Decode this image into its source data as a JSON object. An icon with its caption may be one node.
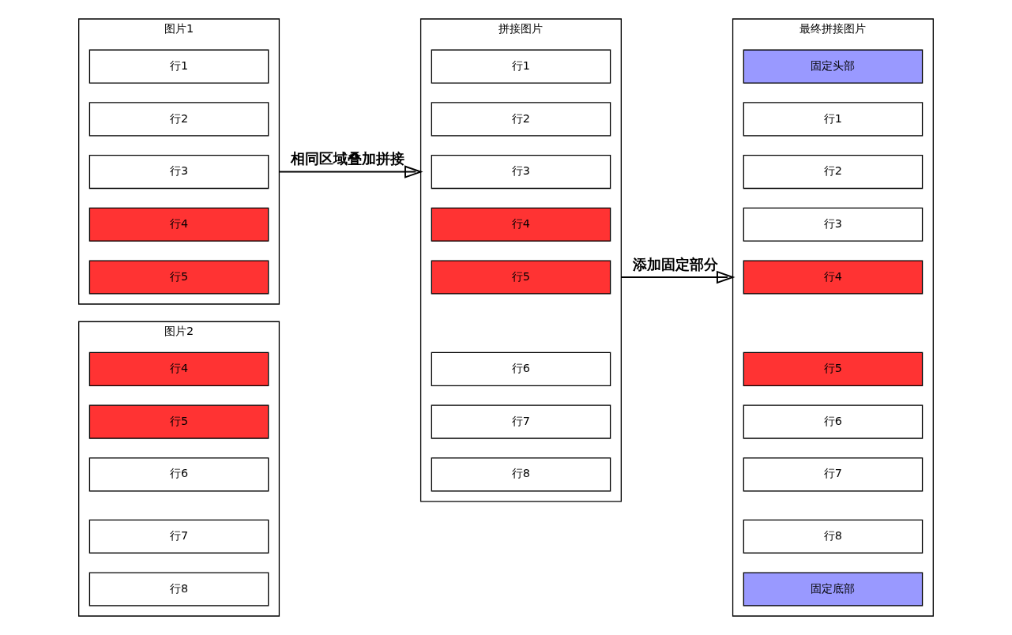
{
  "diagram": {
    "nodes": [
      {
        "text": [
          "图片1"
        ]
      },
      {
        "text": [
          "行1"
        ],
        "in": 0
      },
      {
        "text": [
          "行2"
        ],
        "in": 0
      },
      {
        "text": [
          "行3"
        ],
        "in": 0
      },
      {
        "text": [
          "行4"
        ],
        "in": 0
      },
      {
        "text": [
          "行5"
        ],
        "in": 0
      },
      {
        "text": [
          "图片2"
        ]
      },
      {
        "text": [
          "行4"
        ],
        "in": 6
      },
      {
        "text": [
          "行5"
        ],
        "in": 6
      },
      {
        "text": [
          "行6"
        ],
        "in": 6
      },
      {
        "text": [
          "行7"
        ],
        "in": 6
      },
      {
        "text": [
          "行8"
        ],
        "in": 6
      },
      {
        "text": [
          "拼接图片"
        ]
      },
      {
        "text": [
          "行1"
        ],
        "in": 12
      },
      {
        "text": [
          "行2"
        ],
        "in": 12
      },
      {
        "text": [
          "行3"
        ],
        "in": 12
      },
      {
        "text": [
          "行4"
        ],
        "in": 12
      },
      {
        "text": [
          "行5"
        ],
        "in": 12
      },
      {
        "text": [
          "行6"
        ],
        "in": 12
      },
      {
        "text": [
          "行7"
        ],
        "in": 12
      },
      {
        "text": [
          "行8"
        ],
        "in": 12
      },
      {
        "text": [
          "最终拼接图片"
        ]
      },
      {
        "text": [
          "固定头部"
        ],
        "in": 21
      },
      {
        "text": [
          "行1"
        ],
        "in": 21
      },
      {
        "text": [
          "行2"
        ],
        "in": 21
      },
      {
        "text": [
          "行3"
        ],
        "in": 21
      },
      {
        "text": [
          "行4"
        ],
        "in": 21
      },
      {
        "text": [
          "行5"
        ],
        "in": 21
      },
      {
        "text": [
          "行6"
        ],
        "in": 21
      },
      {
        "text": [
          "行7"
        ],
        "in": 21
      },
      {
        "text": [
          "行8"
        ],
        "in": 21
      },
      {
        "text": [
          "固定底部"
        ],
        "in": 21
      }
    ],
    "edges": [
      {
        "from": 0,
        "to": 12,
        "arrow": "to",
        "label": "相同区域叠加拼接"
      },
      {
        "from": 12,
        "to": 21,
        "arrow": "to",
        "label": "添加固定部分"
      }
    ]
  }
}
